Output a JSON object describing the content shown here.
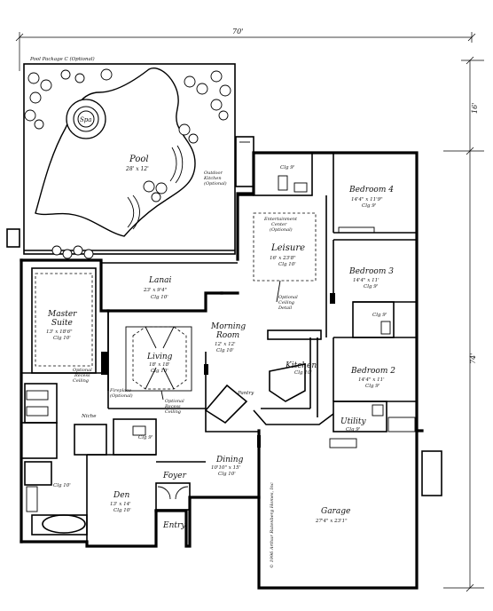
{
  "plan": {
    "overall_width_label": "70'",
    "right_dims": {
      "top": "16'",
      "main": "74'"
    },
    "pool_package": "Pool Package C (Optional)",
    "copyright": "© 1996 Arthur Rutenberg Homes, Inc",
    "rooms": {
      "pool": {
        "name": "Pool",
        "size": "28' x 12'"
      },
      "spa": {
        "name": "Spa"
      },
      "kitchen_out": {
        "line1": "Outdoor",
        "line2": "Kitchen",
        "line3": "(Optional)"
      },
      "bedroom4": {
        "name": "Bedroom 4",
        "size": "14'4\" x 11'9\"",
        "ceiling": "Clg 9'"
      },
      "ent_center": {
        "line1": "Entertainment",
        "line2": "Center",
        "line3": "(Optional)"
      },
      "leisure": {
        "name": "Leisure",
        "size": "16' x 23'8\"",
        "ceiling": "Clg 10'"
      },
      "bedroom3": {
        "name": "Bedroom 3",
        "size": "14'4\" x 11'",
        "ceiling": "Clg 9'"
      },
      "lanai": {
        "name": "Lanai",
        "size": "23' x 9'4\"",
        "ceiling": "Clg 10'"
      },
      "master": {
        "name1": "Master",
        "name2": "Suite",
        "size": "13' x 18'6\"",
        "ceiling": "Clg 10'"
      },
      "living": {
        "name": "Living",
        "size": "18' x 18'",
        "ceiling": "Clg 10'"
      },
      "morning": {
        "name1": "Morning",
        "name2": "Room",
        "size": "12' x 12'",
        "ceiling": "Clg 10'"
      },
      "kitchen": {
        "name": "Kitchen",
        "ceiling": "Clg 10'"
      },
      "bedroom2": {
        "name": "Bedroom 2",
        "size": "14'4\" x 11'",
        "ceiling": "Clg 9'"
      },
      "utility": {
        "name": "Utility",
        "ceiling": "Clg 9'"
      },
      "dining": {
        "name": "Dining",
        "size": "10'10\" x 15'",
        "ceiling": "Clg 10'"
      },
      "den": {
        "name": "Den",
        "size": "13' x 14'",
        "ceiling": "Clg 10'"
      },
      "foyer": {
        "name": "Foyer"
      },
      "entry": {
        "name": "Entry"
      },
      "garage": {
        "name": "Garage",
        "size": "27'4\" x 23'1\""
      },
      "pantry": {
        "name": "Pantry"
      },
      "niche": {
        "name": "Niche"
      }
    },
    "notes": {
      "clg9_top": "Clg 9'",
      "clg9_bath3": "Clg 9'",
      "clg9_mbath": "Clg 9'",
      "clg10_mbath": "Clg 10'",
      "ceil_detail": {
        "line1": "Optional",
        "line2": "Ceiling",
        "line3": "Detail"
      },
      "recess_master": {
        "line1": "Optional",
        "line2": "Recess",
        "line3": "Ceiling"
      },
      "fireplace": {
        "line1": "Fireplace",
        "line2": "(Optional)"
      },
      "recess_living": {
        "line1": "Optional",
        "line2": "Recess",
        "line3": "Ceiling"
      }
    }
  }
}
